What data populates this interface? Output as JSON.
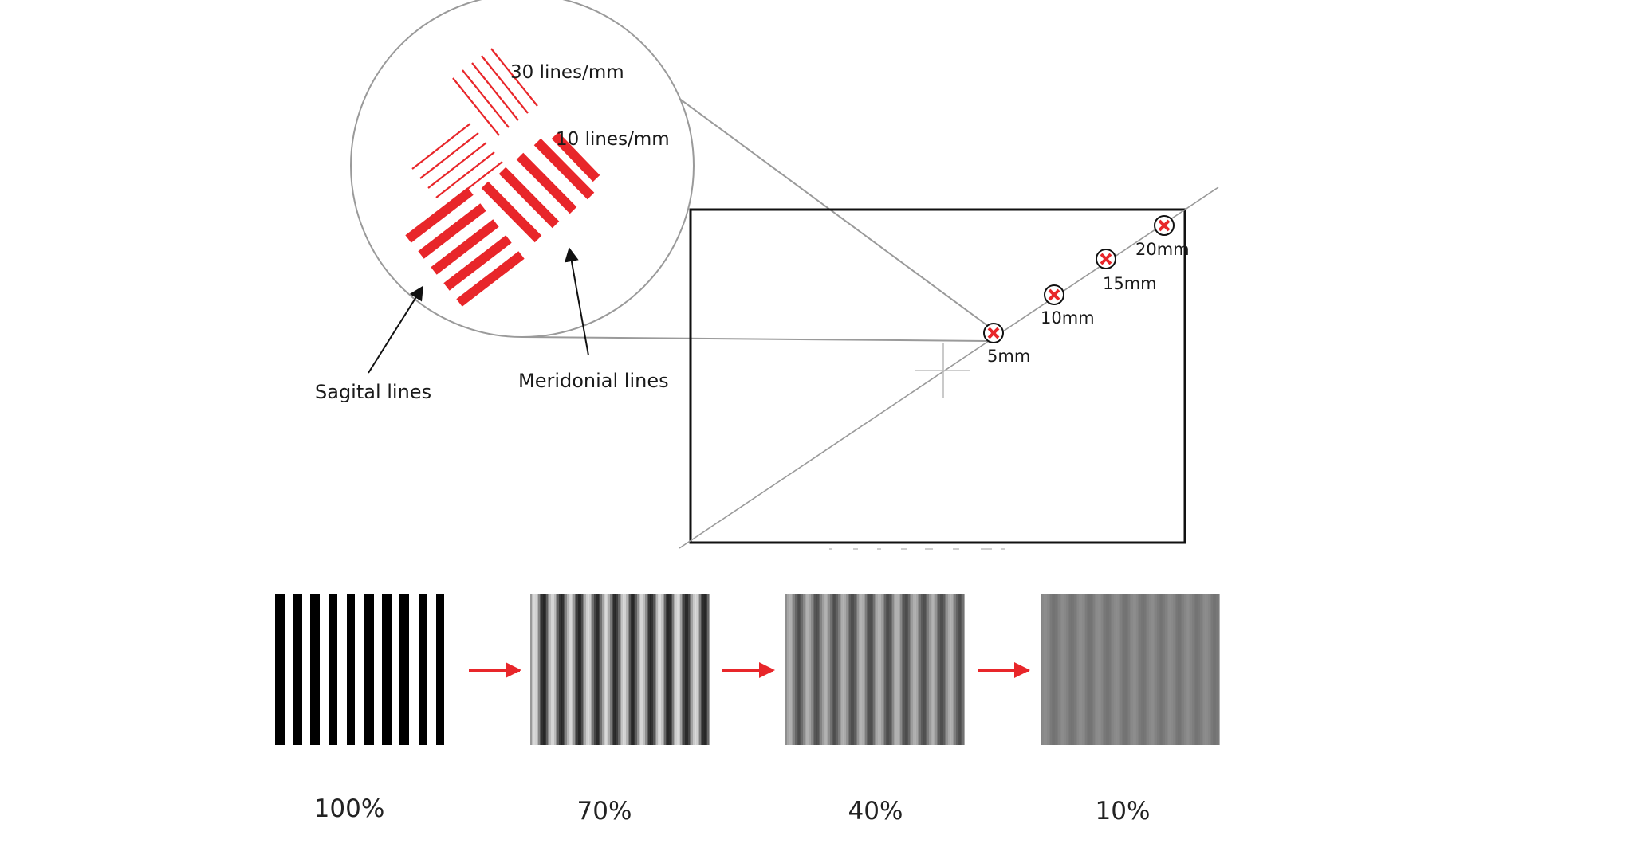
{
  "callout": {
    "high_freq_label": "30 lines/mm",
    "low_freq_label": "10 lines/mm",
    "sagital_label": "Sagital lines",
    "meridional_label": "Meridonial lines"
  },
  "frame": {
    "markers": [
      {
        "label": "5mm"
      },
      {
        "label": "10mm"
      },
      {
        "label": "15mm"
      },
      {
        "label": "20mm"
      }
    ]
  },
  "contrast_sequence": [
    {
      "label": "100%",
      "contrast": 1.0
    },
    {
      "label": "70%",
      "contrast": 0.7
    },
    {
      "label": "40%",
      "contrast": 0.4
    },
    {
      "label": "10%",
      "contrast": 0.1
    }
  ],
  "colors": {
    "accent_red": "#e8262a",
    "line_gray": "#8a8a8a",
    "frame_black": "#111111"
  }
}
